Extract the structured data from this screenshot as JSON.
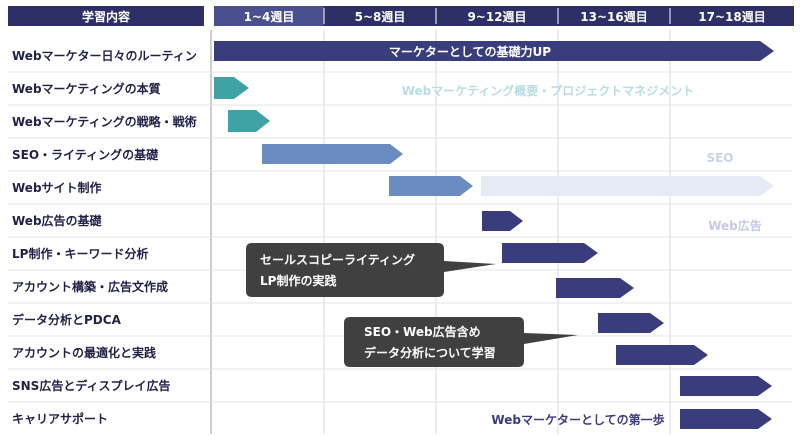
{
  "header": {
    "left_title": "学習内容",
    "periods": [
      "1~4週目",
      "5~8週目",
      "9~12週目",
      "13~16週目",
      "17~18週目"
    ]
  },
  "rows": [
    "Webマーケター日々のルーティン",
    "Webマーケティングの本質",
    "Webマーケティングの戦略・戦術",
    "SEO・ライティングの基礎",
    "Webサイト制作",
    "Web広告の基礎",
    "LP制作・キーワード分析",
    "アカウント構築・広告文作成",
    "データ分析とPDCA",
    "アカウントの最適化と実践",
    "SNS広告とディスプレイ広告",
    "キャリアサポート"
  ],
  "overlay_labels": {
    "routine_bar": "マーケターとしての基礎力UP",
    "overview": "Webマーケティング概要・プロジェクトマネジメント",
    "seo": "SEO",
    "web_ads": "Web広告",
    "first_step": "Webマーケターとしての第一歩"
  },
  "callouts": {
    "copywriting": [
      "セールスコピーライティング",
      "LP制作の実践"
    ],
    "data_analysis": [
      "SEO・Web広告含め",
      "データ分析について学習"
    ]
  },
  "colors": {
    "header_dark": "#2d2f66",
    "header_mid": "#4a4f8f",
    "navy_bar": "#3a3d7c",
    "teal_bar": "#3fa3a6",
    "steel_blue_bar": "#6a8cc0",
    "pale_bar": "#e6eaf5",
    "callout_bg": "#404040",
    "overview_text": "#b8dde0",
    "seo_text": "#c7d3ea",
    "ads_text": "#c5c8e6",
    "first_step_text": "#3a3d7c"
  }
}
